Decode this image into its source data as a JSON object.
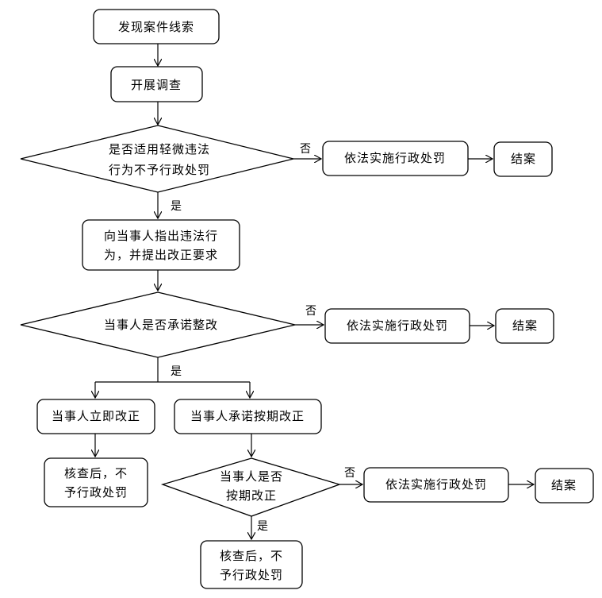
{
  "nodes": {
    "discover": "发现案件线索",
    "investigate": "开展调查",
    "decision1_line1": "是否适用轻微违法",
    "decision1_line2": "行为不予行政处罚",
    "penalty1": "依法实施行政处罚",
    "close1": "结案",
    "point_out_line1": "向当事人指出违法行",
    "point_out_line2": "为，并提出改正要求",
    "decision2": "当事人是否承诺整改",
    "penalty2": "依法实施行政处罚",
    "close2": "结案",
    "immediate": "当事人立即改正",
    "promise": "当事人承诺按期改正",
    "verify1_line1": "核查后，不",
    "verify1_line2": "予行政处罚",
    "decision3_line1": "当事人是否",
    "decision3_line2": "按期改正",
    "penalty3": "依法实施行政处罚",
    "close3": "结案",
    "verify2_line1": "核查后，不",
    "verify2_line2": "予行政处罚"
  },
  "labels": {
    "no1": "否",
    "yes1": "是",
    "no2": "否",
    "yes2": "是",
    "no3": "否",
    "yes3": "是"
  }
}
